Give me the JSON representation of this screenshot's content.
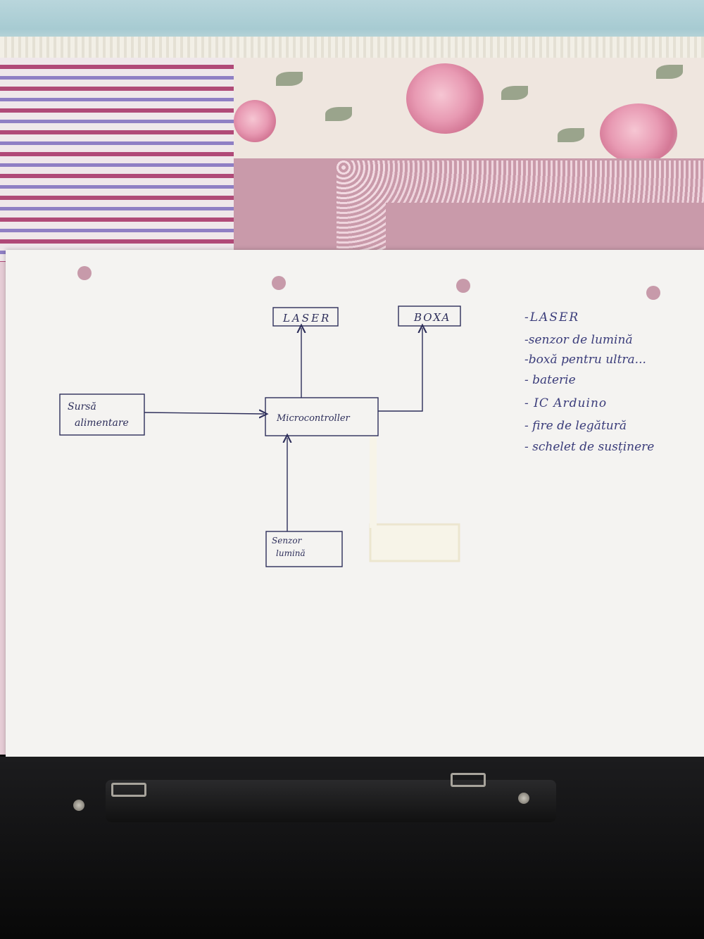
{
  "diagram": {
    "nodes": {
      "laser": "LASER",
      "boxa": "BOXA",
      "sursa_line1": "Sursă",
      "sursa_line2": "alimentare",
      "micro": "Microcontroller",
      "senzor_line1": "Senzor",
      "senzor_line2": "lumină"
    }
  },
  "parts_list": [
    "-LASER",
    "-senzor de lumină",
    "-boxă pentru ultra...",
    "- baterie",
    "- IC Arduino",
    "- fire de legătură",
    "- schelet de susținere"
  ],
  "colors": {
    "ink": "#2d2e5a",
    "paper": "#f4f3f1"
  }
}
